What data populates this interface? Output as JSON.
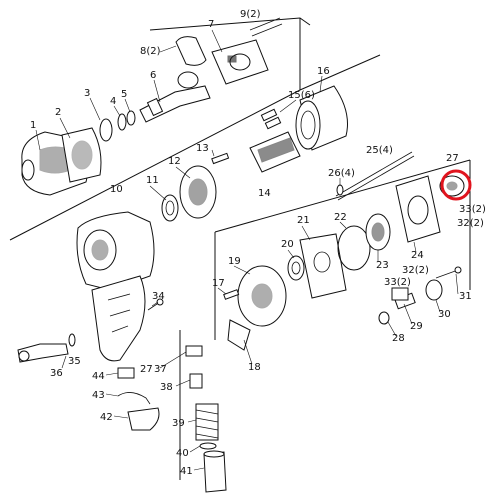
{
  "highlight_color": "#e0141e",
  "labels": {
    "l1": "1",
    "l2": "2",
    "l3": "3",
    "l4": "4",
    "l5": "5",
    "l6": "6",
    "l7": "7",
    "l8": "8(2)",
    "l9": "9(2)",
    "l10": "10",
    "l11": "11",
    "l12": "12",
    "l13": "13",
    "l14": "14",
    "l15": "15(6)",
    "l16": "16",
    "l17": "17",
    "l18": "18",
    "l19": "19",
    "l20": "20",
    "l21": "21",
    "l22": "22",
    "l23": "23",
    "l24": "24",
    "l25": "25(4)",
    "l26": "26(4)",
    "l27a": "27",
    "l27b": "27",
    "l28": "28",
    "l29": "29",
    "l30": "30",
    "l31": "31",
    "l32": "32(2)",
    "l33": "33(2)",
    "l33b": "33(2)",
    "l32b": "32(2)",
    "l34": "34",
    "l35": "35",
    "l36": "36",
    "l37": "37",
    "l38": "38",
    "l39": "39",
    "l40": "40",
    "l41": "41",
    "l42": "42",
    "l43": "43",
    "l44": "44"
  }
}
